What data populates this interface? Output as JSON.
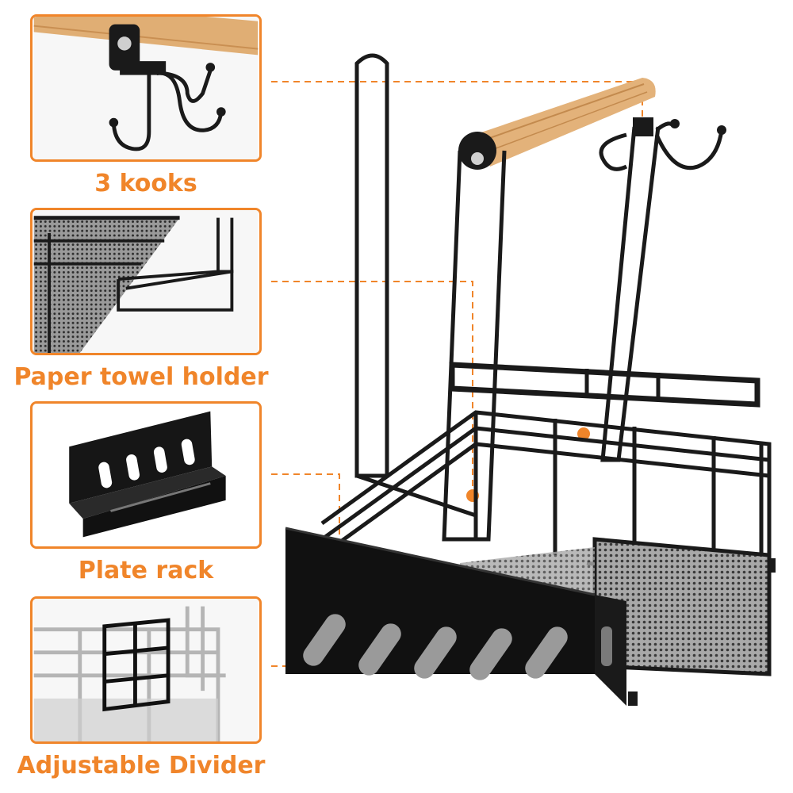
{
  "features": [
    {
      "id": "hooks",
      "caption": "3 kooks"
    },
    {
      "id": "towel",
      "caption": "Paper towel holder"
    },
    {
      "id": "plate",
      "caption": "Plate rack"
    },
    {
      "id": "divider",
      "caption": "Adjustable Divider"
    }
  ],
  "colors": {
    "accent": "#f0852a",
    "metal": "#1a1a1a",
    "wood": "#e3b27a",
    "mesh": "#3a3a3a"
  }
}
